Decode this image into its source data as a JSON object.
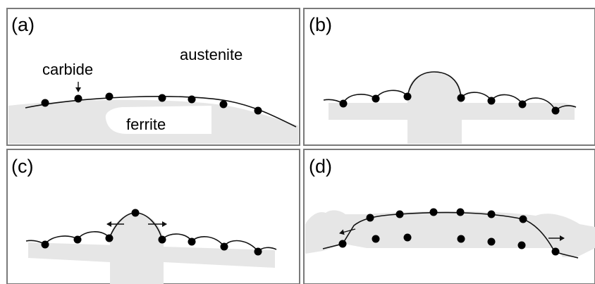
{
  "figure": {
    "panels": [
      {
        "id": "a",
        "label": "(a)"
      },
      {
        "id": "b",
        "label": "(b)"
      },
      {
        "id": "c",
        "label": "(c)"
      },
      {
        "id": "d",
        "label": "(d)"
      }
    ],
    "annotations": {
      "carbide": "carbide",
      "austenite": "austenite",
      "ferrite": "ferrite"
    },
    "colors": {
      "frame": "#7a7a7a",
      "ferrite_fill": "#e6e6e6",
      "carbide": "#000000",
      "boundary": "#111111"
    }
  }
}
